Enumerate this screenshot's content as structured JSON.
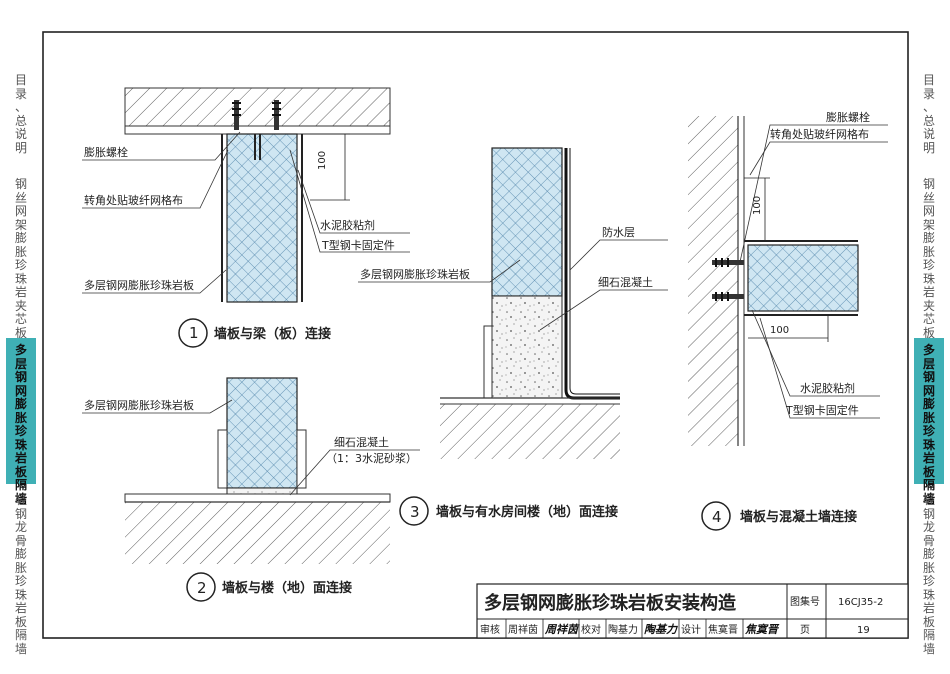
{
  "sidebar_left": [
    {
      "label": "目录、总说明",
      "active": false
    },
    {
      "label": "钢丝网架膨胀珍珠岩夹芯板隔墙",
      "active": false
    },
    {
      "label": "多层钢网膨胀珍珠岩板隔墙",
      "active": true
    },
    {
      "label": "轻钢龙骨膨胀珍珠岩板隔墙",
      "active": false
    }
  ],
  "sidebar_right": [
    {
      "label": "目录、总说明",
      "active": false
    },
    {
      "label": "钢丝网架膨胀珍珠岩夹芯板隔墙",
      "active": false
    },
    {
      "label": "多层钢网膨胀珍珠岩板隔墙",
      "active": true
    },
    {
      "label": "轻钢龙骨膨胀珍珠岩板隔墙",
      "active": false
    }
  ],
  "detail1": {
    "number": "1",
    "caption": "墙板与梁（板）连接",
    "labels": {
      "bolt": "膨胀螺栓",
      "mesh": "转角处贴玻纤网格布",
      "adhesive": "水泥胶粘剂",
      "tclip": "T型钢卡固定件",
      "panel": "多层钢网膨胀珍珠岩板"
    },
    "dim": "100"
  },
  "detail2": {
    "number": "2",
    "caption": "墙板与楼（地）面连接",
    "labels": {
      "panel": "多层钢网膨胀珍珠岩板",
      "concrete": "细石混凝土",
      "mortar": "（1：3水泥砂浆）"
    }
  },
  "detail3": {
    "number": "3",
    "caption": "墙板与有水房间楼（地）面连接",
    "labels": {
      "waterproof": "防水层",
      "panel": "多层钢网膨胀珍珠岩板",
      "concrete": "细石混凝土"
    }
  },
  "detail4": {
    "number": "4",
    "caption": "墙板与混凝土墙连接",
    "labels": {
      "bolt": "膨胀螺栓",
      "mesh": "转角处贴玻纤网格布",
      "adhesive": "水泥胶粘剂",
      "tclip": "T型钢卡固定件"
    },
    "dim_v": "100",
    "dim_h": "100"
  },
  "title_block": {
    "title": "多层钢网膨胀珍珠岩板安装构造",
    "atlas_label": "图集号",
    "atlas_no": "16CJ35-2",
    "page_label": "页",
    "page_no": "19",
    "review_label": "审核",
    "reviewer": "周祥茵",
    "reviewer_sig": "周祥茵",
    "check_label": "校对",
    "checker": "陶基力",
    "checker_sig": "陶基力",
    "design_label": "设计",
    "designer": "焦寞晋",
    "designer_sig": "焦寞晋"
  }
}
